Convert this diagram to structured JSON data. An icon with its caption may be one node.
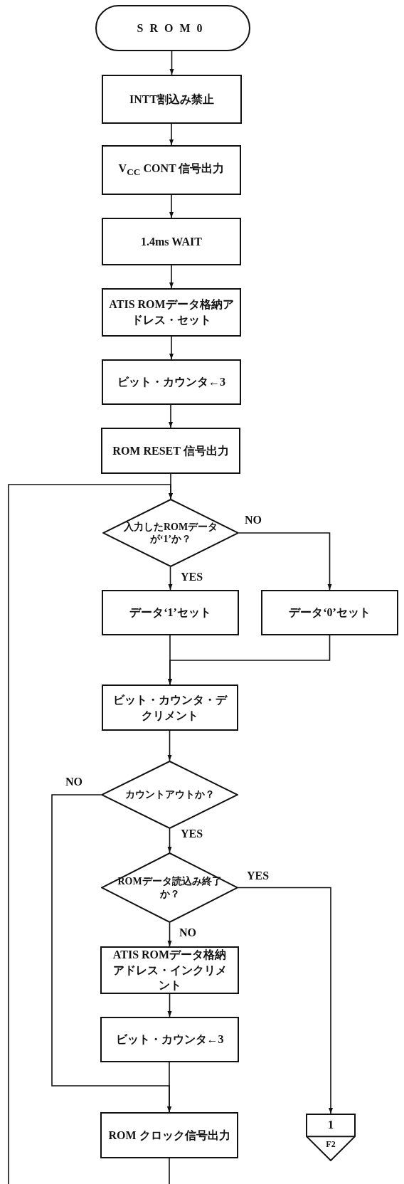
{
  "diagram": {
    "nodes": [
      {
        "text": [
          "SROM0"
        ]
      },
      {
        "text": [
          "INTT割込み禁止"
        ]
      },
      {
        "text": [
          "V$_{CC}$ CONT 信号出力"
        ]
      },
      {
        "text": [
          "1.4ms WAIT"
        ]
      },
      {
        "text": [
          "ATIS ROMデータ格納アドレス・セット"
        ]
      },
      {
        "text": [
          "ビット・カウンタ←3"
        ]
      },
      {
        "text": [
          "ROM RESET 信号出力"
        ]
      },
      {
        "text": [
          "入力したROMデータが‘1’か？"
        ]
      },
      {
        "text": [
          "データ‘1’セット"
        ]
      },
      {
        "text": [
          "データ‘0’セット"
        ]
      },
      {
        "text": [
          "ビット・カウンタ・デクリメント"
        ]
      },
      {
        "text": [
          "カウントアウトか？"
        ]
      },
      {
        "text": [
          "ROMデータ読込み終了か？"
        ]
      },
      {
        "text": [
          "ATIS ROMデータ格納アドレス・インクリメント"
        ]
      },
      {
        "text": [
          "ビット・カウンタ←3"
        ]
      },
      {
        "text": [
          "ROM クロック信号出力"
        ]
      },
      {
        "text": [
          "1",
          "F2"
        ]
      }
    ],
    "edges": [
      {
        "from": 0,
        "to": 1,
        "arrow": "to"
      },
      {
        "from": 1,
        "to": 2,
        "arrow": "to"
      },
      {
        "from": 2,
        "to": 3,
        "arrow": "to"
      },
      {
        "from": 3,
        "to": 4,
        "arrow": "to"
      },
      {
        "from": 4,
        "to": 5,
        "arrow": "to"
      },
      {
        "from": 5,
        "to": 6,
        "arrow": "to"
      },
      {
        "from": 6,
        "to": 7,
        "arrow": "to"
      },
      {
        "from": 7,
        "to": 8,
        "arrow": "to",
        "label": "YES"
      },
      {
        "from": 7,
        "to": 9,
        "arrow": "to",
        "label": "NO"
      },
      {
        "from": 8,
        "to": 10,
        "arrow": "to"
      },
      {
        "from": 9,
        "to": 10,
        "arrow": "to"
      },
      {
        "from": 10,
        "to": 11,
        "arrow": "to"
      },
      {
        "from": 11,
        "to": 12,
        "arrow": "to",
        "label": "YES"
      },
      {
        "from": 11,
        "to": 15,
        "arrow": "to",
        "label": "NO"
      },
      {
        "from": 12,
        "to": 16,
        "arrow": "to",
        "label": "YES"
      },
      {
        "from": 12,
        "to": 13,
        "arrow": "to",
        "label": "NO"
      },
      {
        "from": 13,
        "to": 14,
        "arrow": "to"
      },
      {
        "from": 14,
        "to": 15,
        "arrow": "to"
      },
      {
        "from": 15,
        "to": null,
        "arrow": "none"
      },
      {
        "from": null,
        "to": 7,
        "arrow": "to"
      }
    ]
  }
}
